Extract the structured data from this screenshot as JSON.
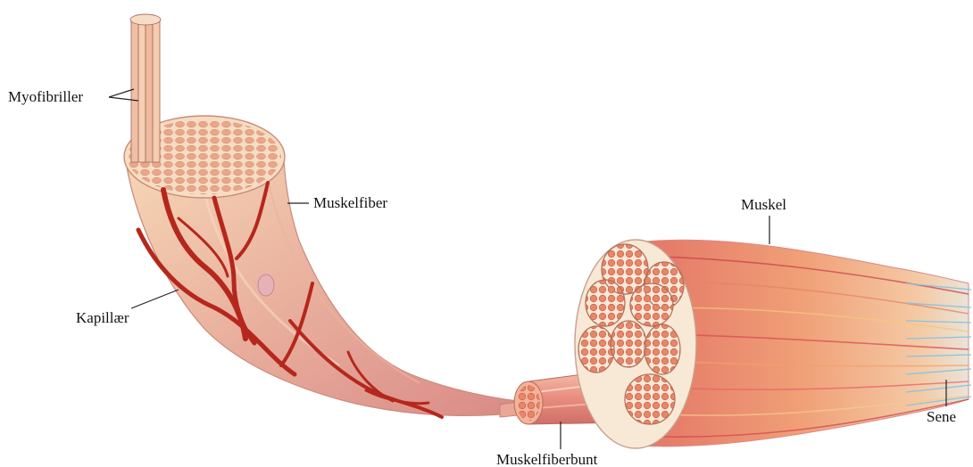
{
  "labels": {
    "myofibriller": "Myofibriller",
    "muskelfiber": "Muskelfiber",
    "kapillaer": "Kapillær",
    "muskel": "Muskel",
    "muskelfiberbunt": "Muskelfiberbunt",
    "sene": "Sene"
  },
  "colors": {
    "background": "#ffffff",
    "fiber_flesh": "#f2c2a8",
    "fiber_shade": "#d98a86",
    "capillary": "#b5271c",
    "bundle_core": "#e88b6e",
    "tendon": "#a9d4ea",
    "label_text": "#111111"
  }
}
